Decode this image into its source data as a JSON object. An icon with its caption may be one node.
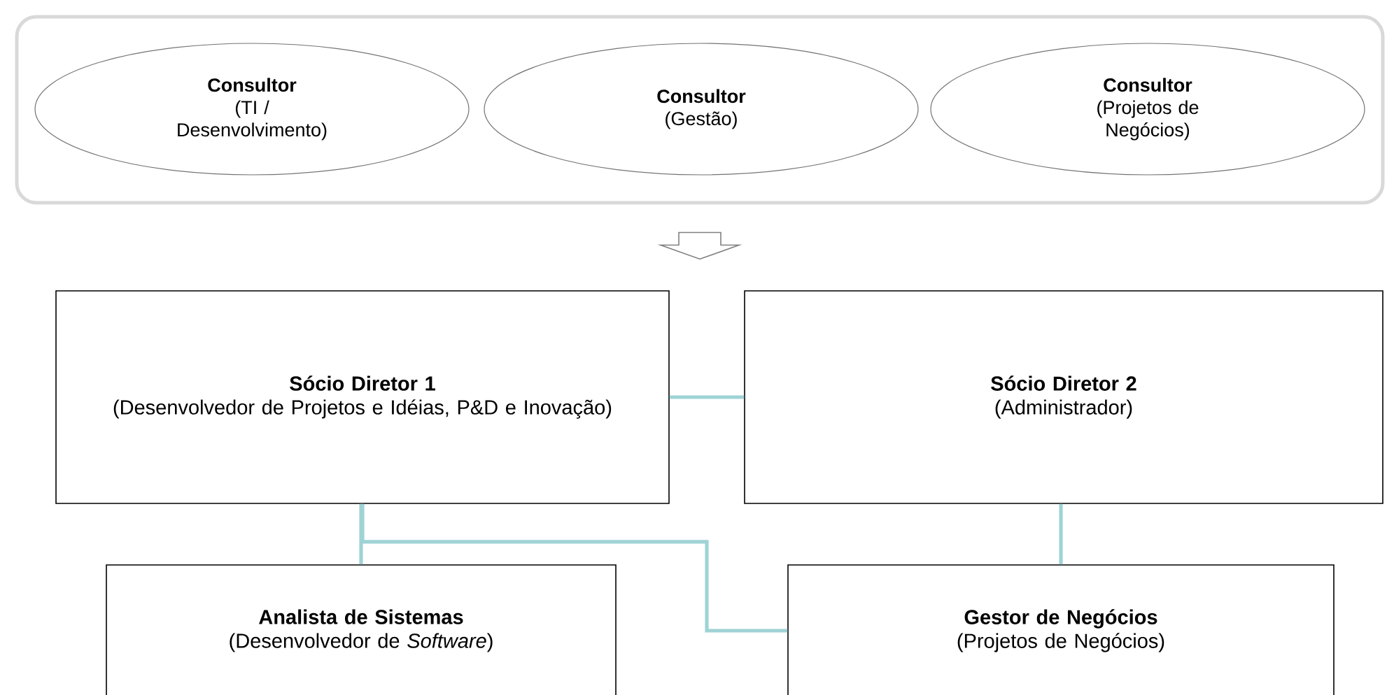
{
  "diagram": {
    "nodes": [
      {
        "text": [],
        "shape": "box"
      },
      {
        "text": [
          "Consultor",
          "(TI / Desenvolvimento)"
        ],
        "in": 0
      },
      {
        "text": [
          "Consultor",
          "(Gestão)"
        ],
        "in": 0
      },
      {
        "text": [
          "Consultor",
          "(Projetos de Negócios)"
        ],
        "in": 0
      },
      {
        "text": [
          "Sócio Diretor 1",
          "(Desenvolvedor de Projetos e Idéias, P&D e Inovação)"
        ]
      },
      {
        "text": [
          "Sócio Diretor 2",
          "(Administrador)"
        ]
      },
      {
        "text": [
          "Analista de Sistemas",
          "(Desenvolvedor de *Software*)"
        ]
      },
      {
        "text": [
          "Gestor de Negócios",
          "(Projetos de Negócios)"
        ]
      }
    ],
    "edges": [
      {
        "from": 0,
        "to": null,
        "arrow": "to",
        "color": "#808080"
      },
      {
        "from": 4,
        "to": 5,
        "arrow": "none"
      },
      {
        "from": 4,
        "to": 6,
        "arrow": "none"
      },
      {
        "from": 4,
        "to": 7,
        "arrow": "none"
      },
      {
        "from": 5,
        "to": 7,
        "arrow": "none"
      }
    ]
  }
}
